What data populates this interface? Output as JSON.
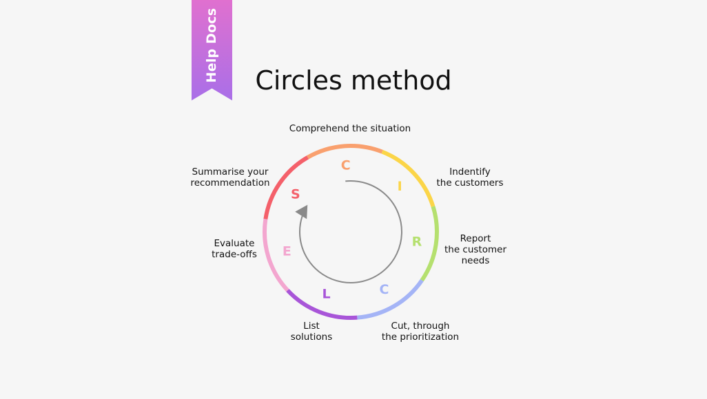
{
  "ribbon": {
    "label": "Help Docs"
  },
  "title": "Circles method",
  "stages": [
    {
      "letter": "C",
      "label_lines": [
        "Comprehend the situation"
      ],
      "color": "#f9a06e"
    },
    {
      "letter": "I",
      "label_lines": [
        "Indentify",
        "the customers"
      ],
      "color": "#fbd548"
    },
    {
      "letter": "R",
      "label_lines": [
        "Report",
        "the customer",
        "needs"
      ],
      "color": "#b5e06f"
    },
    {
      "letter": "C",
      "label_lines": [
        "Cut, through",
        "the prioritization"
      ],
      "color": "#a4b4f6"
    },
    {
      "letter": "L",
      "label_lines": [
        "List",
        "solutions"
      ],
      "color": "#a855d8"
    },
    {
      "letter": "E",
      "label_lines": [
        "Evaluate",
        "trade-offs"
      ],
      "color": "#f3a6cf"
    },
    {
      "letter": "S",
      "label_lines": [
        "Summarise your",
        "recommendation"
      ],
      "color": "#f4606a"
    }
  ],
  "cycle_arrow": {
    "color": "#8a8a8a",
    "icon": "cycle-arrow-icon"
  }
}
